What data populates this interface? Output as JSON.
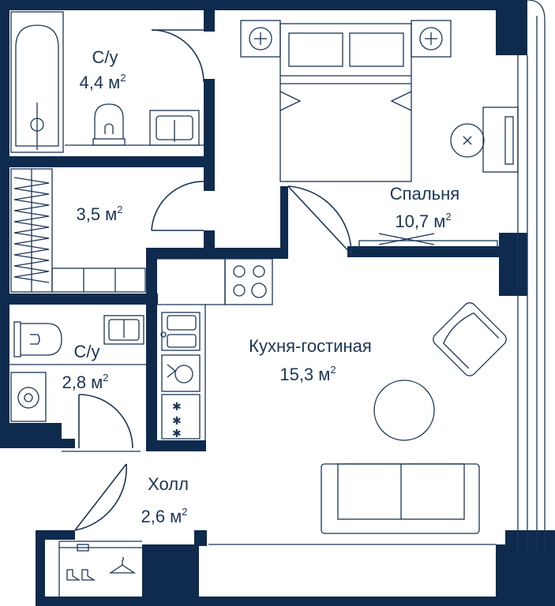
{
  "rooms": [
    {
      "id": "bathroom-1",
      "name": "С/у",
      "area": "4,4 м",
      "unit_sup": "2"
    },
    {
      "id": "wardrobe",
      "name": "",
      "area": "3,5 м",
      "unit_sup": "2"
    },
    {
      "id": "bathroom-2",
      "name": "С/у",
      "area": "2,8 м",
      "unit_sup": "2"
    },
    {
      "id": "bedroom",
      "name": "Спальня",
      "area": "10,7 м",
      "unit_sup": "2"
    },
    {
      "id": "kitchen-living",
      "name": "Кухня-гостиная",
      "area": "15,3 м",
      "unit_sup": "2"
    },
    {
      "id": "hall",
      "name": "Холл",
      "area": "2,6 м",
      "unit_sup": "2"
    }
  ],
  "colors": {
    "wall": "#0e2a4d",
    "line": "#1b3556",
    "background": "#ffffff"
  },
  "icons": [
    "bathtub-icon",
    "toilet-icon",
    "sink-icon",
    "bed-icon",
    "nightstand-lamp-icon",
    "stove-icon",
    "kitchen-sink-icon",
    "armchair-icon",
    "round-table-icon",
    "sofa-icon",
    "washing-machine-icon",
    "hanger-icon",
    "shoes-icon",
    "wardrobe-rack-icon",
    "desk-icon"
  ]
}
